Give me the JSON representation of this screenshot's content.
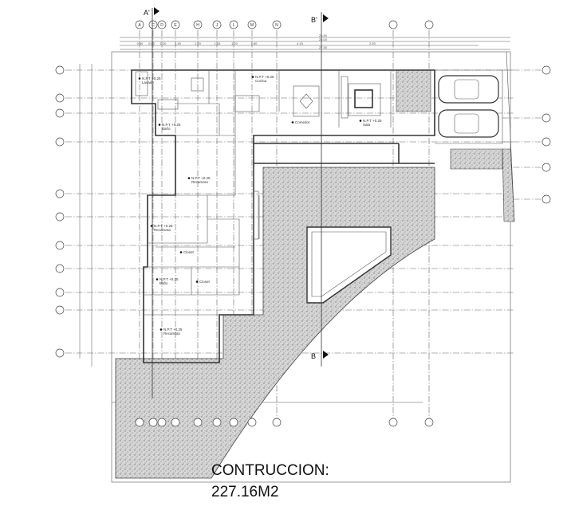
{
  "caption": {
    "line1": "CONTRUCCION:",
    "line2": "227.16M2"
  },
  "section_marks": {
    "a_top": "A'",
    "b_top": "B'",
    "b_bottom": "B"
  },
  "top_axes": [
    "A",
    "C",
    "D",
    "E",
    "H",
    "J",
    "L",
    "M",
    "N",
    "",
    ""
  ],
  "top_dimensions": [
    "0.60",
    "0.60",
    "1.20",
    "1.45",
    "1.20",
    "1.15",
    "1.20",
    "1.80",
    "4.15",
    "2.50"
  ],
  "overall_dimensions": [
    "26.50",
    "26.00",
    "27.50"
  ],
  "rooms": [
    {
      "name": "Lavado",
      "level": "N.P.T +0.25"
    },
    {
      "name": "Cocina",
      "level": "N.P.T +0.25"
    },
    {
      "name": "Comedor",
      "level": ""
    },
    {
      "name": "Sala",
      "level": "N.P.T +0.25"
    },
    {
      "name": "Baño",
      "level": "N.P.T +0.25"
    },
    {
      "name": "Recamara",
      "level": "N.P.T +0.25"
    },
    {
      "name": "Recamara",
      "level": "N.P.T +0.25"
    },
    {
      "name": "Closet",
      "level": ""
    },
    {
      "name": "Baño",
      "level": "N.P.T +0.25"
    },
    {
      "name": "Closet",
      "level": ""
    },
    {
      "name": "Recamara",
      "level": "N.P.T +0.25"
    }
  ],
  "colors": {
    "lines": "#333333",
    "hatch": "#9a9a9a",
    "background": "#ffffff"
  }
}
